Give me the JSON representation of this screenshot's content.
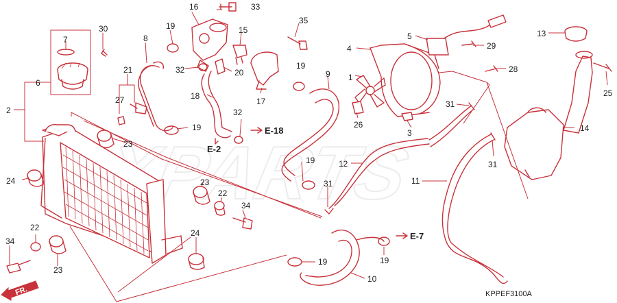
{
  "diagram": {
    "code": "KPPEF3100A",
    "watermark": "XPARTS",
    "front_arrow_label": "FR.",
    "refs": {
      "e18": "E-18",
      "e2": "E-2",
      "e7": "E-7"
    },
    "callouts": [
      "1",
      "2",
      "3",
      "4",
      "5",
      "6",
      "7",
      "8",
      "9",
      "10",
      "11",
      "12",
      "13",
      "14",
      "15",
      "16",
      "17",
      "18",
      "19",
      "20",
      "21",
      "22",
      "23",
      "24",
      "25",
      "26",
      "27",
      "28",
      "29",
      "30",
      "31",
      "32",
      "33",
      "34",
      "35"
    ]
  }
}
